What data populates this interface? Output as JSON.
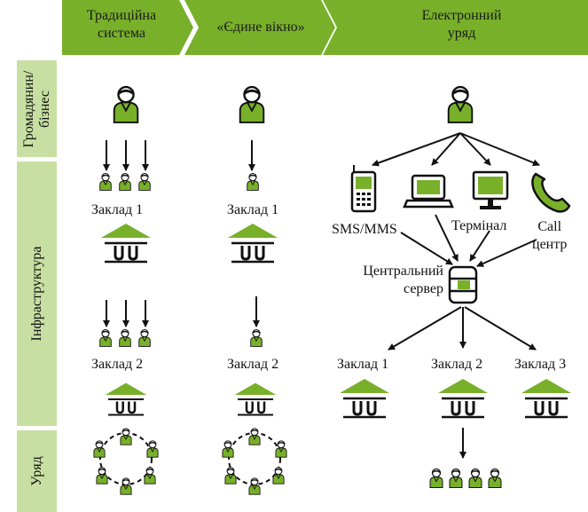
{
  "headers": {
    "traditional": [
      "Традиційна",
      "система"
    ],
    "one_window": "«Єдине вікно»",
    "egov": [
      "Електронний",
      "уряд"
    ]
  },
  "side_labels": {
    "citizens": [
      "Громадянин/",
      "бізнес"
    ],
    "infrastructure": "Інфраструктура",
    "government": "Уряд"
  },
  "labels": {
    "inst1_trad": "Заклад 1",
    "inst1_window": "Заклад 1",
    "inst2_trad": "Заклад 2",
    "inst2_window": "Заклад 2",
    "sms": "SMS/MMS",
    "terminal": "Термінал",
    "call": [
      "Call",
      "центр"
    ],
    "server": [
      "Центральний",
      "сервер"
    ],
    "egov_inst1": "Заклад 1",
    "egov_inst2": "Заклад 2",
    "egov_inst3": "Заклад 3"
  },
  "colors": {
    "green": "#78b02a",
    "light_green": "#c8dfa3",
    "dark": "#1a1a1a"
  },
  "icons": [
    "person-icon",
    "mobile-phone-icon",
    "laptop-icon",
    "monitor-icon",
    "phone-icon",
    "server-icon",
    "building-icon"
  ]
}
